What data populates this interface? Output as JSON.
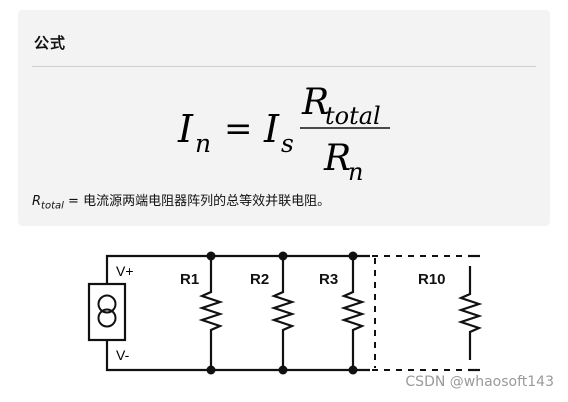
{
  "formula_card": {
    "title": "公式",
    "equation": {
      "lhs": "I",
      "lhs_sub": "n",
      "equals": "=",
      "rhs": "I",
      "rhs_sub": "s",
      "numerator": "R",
      "numerator_sub": "total",
      "denominator": "R",
      "denominator_sub": "n"
    },
    "note": {
      "var": "R",
      "var_sub": "total",
      "text": " = 电流源两端电阻器阵列的总等效并联电阻。"
    }
  },
  "circuit": {
    "source_positive_label": "V+",
    "source_negative_label": "V-",
    "resistors": [
      "R1",
      "R2",
      "R3",
      "R10"
    ]
  },
  "watermark": "CSDN @whaosoft143"
}
